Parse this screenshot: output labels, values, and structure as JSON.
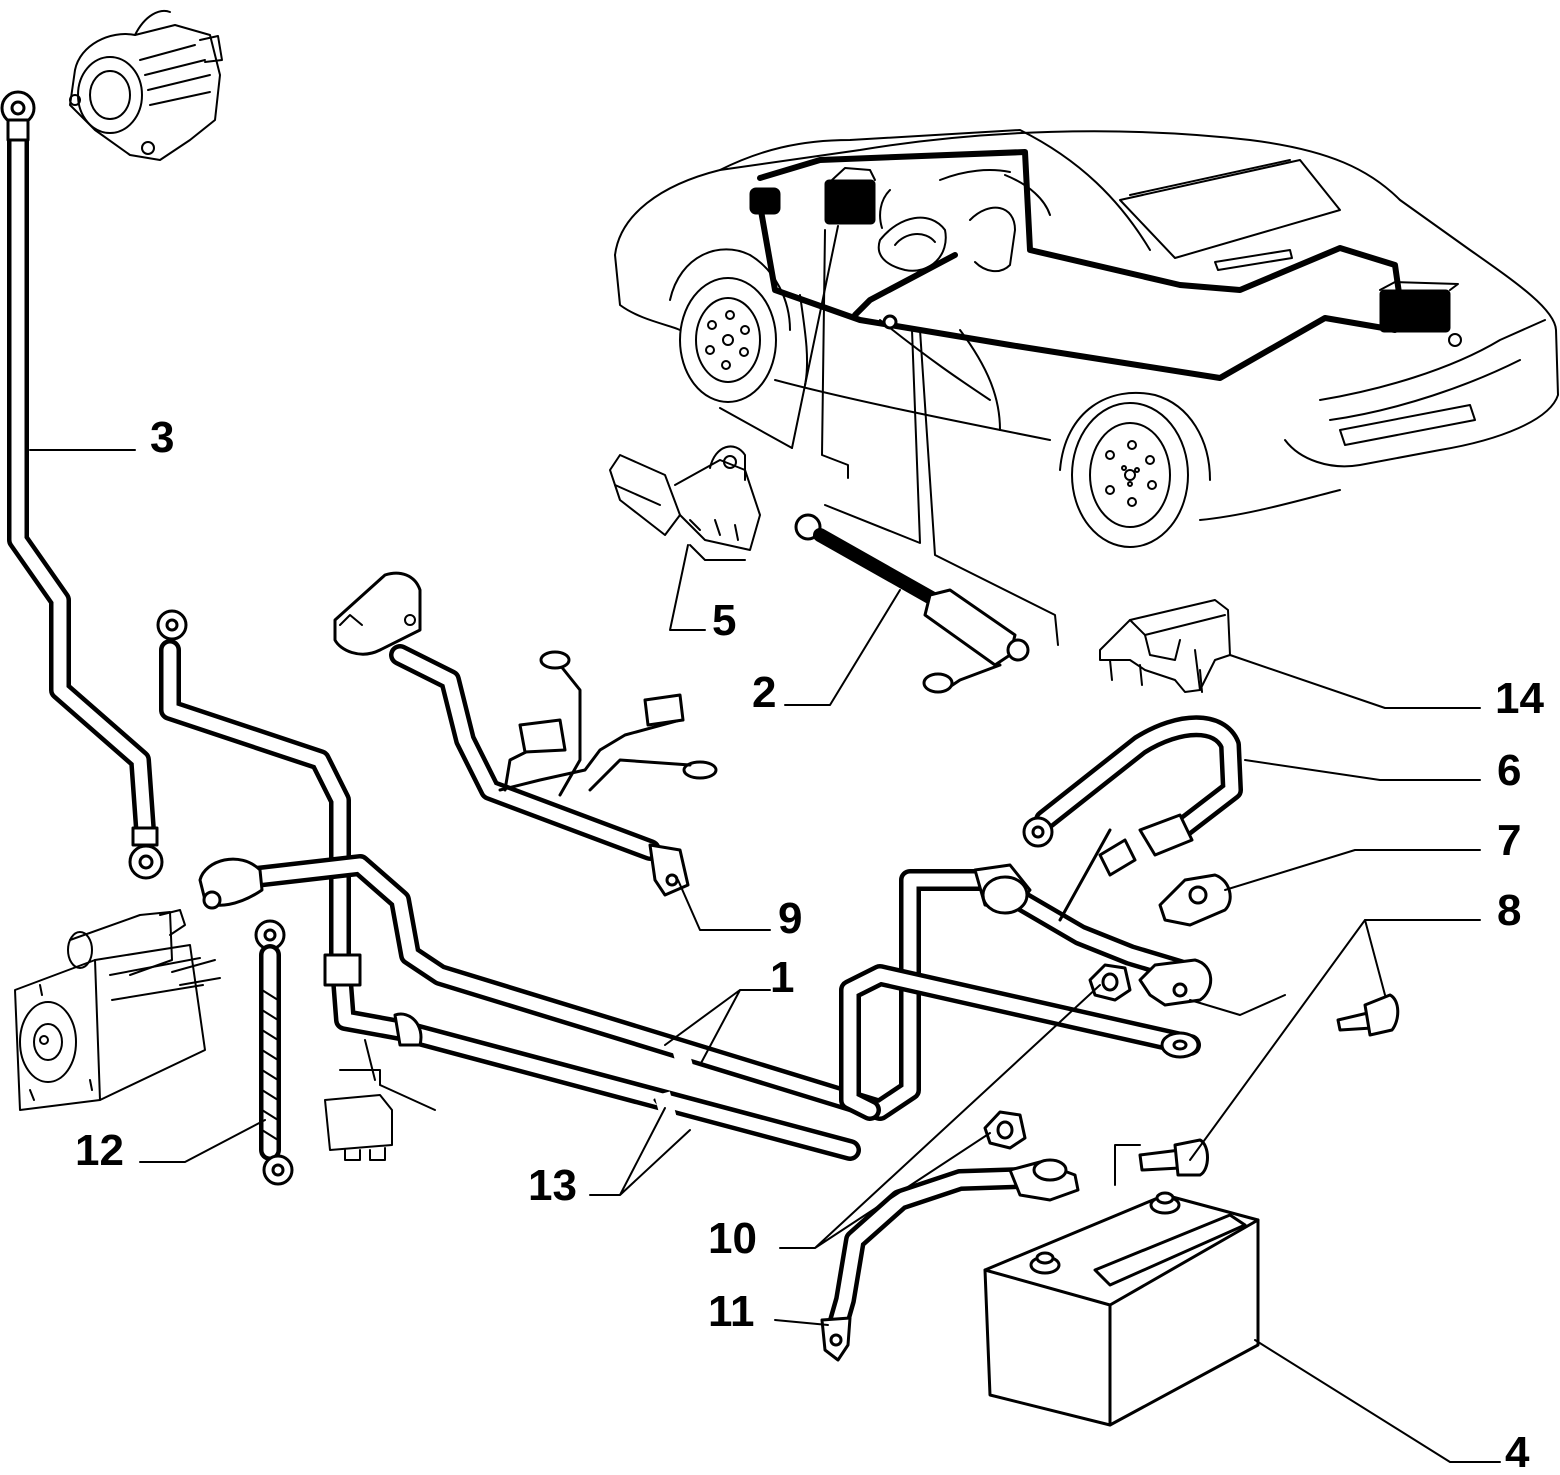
{
  "callouts": [
    {
      "id": "callout-1",
      "text": "1"
    },
    {
      "id": "callout-2",
      "text": "2"
    },
    {
      "id": "callout-3",
      "text": "3"
    },
    {
      "id": "callout-4",
      "text": "4"
    },
    {
      "id": "callout-5",
      "text": "5"
    },
    {
      "id": "callout-6",
      "text": "6"
    },
    {
      "id": "callout-7",
      "text": "7"
    },
    {
      "id": "callout-8",
      "text": "8"
    },
    {
      "id": "callout-9",
      "text": "9"
    },
    {
      "id": "callout-10",
      "text": "10"
    },
    {
      "id": "callout-11",
      "text": "11"
    },
    {
      "id": "callout-12",
      "text": "12"
    },
    {
      "id": "callout-13",
      "text": "13"
    },
    {
      "id": "callout-14",
      "text": "14"
    }
  ],
  "colors": {
    "ink": "#000000",
    "paper": "#ffffff"
  }
}
